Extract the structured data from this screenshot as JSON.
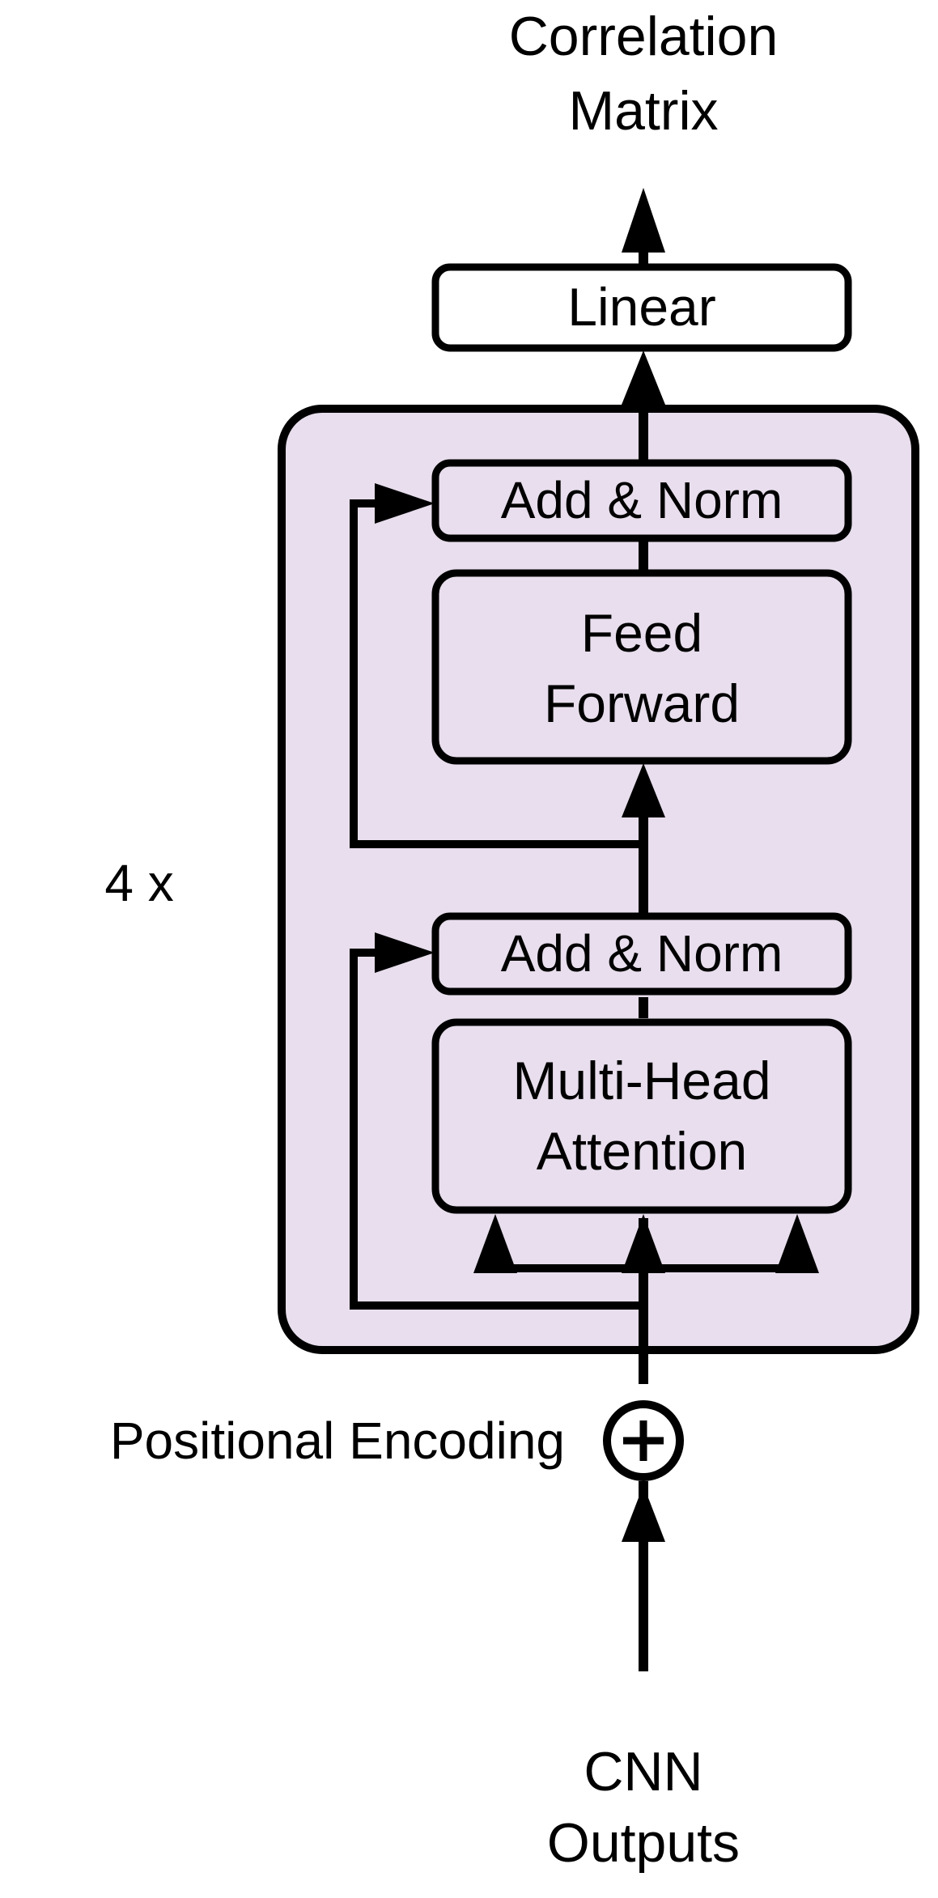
{
  "title": {
    "line1": "Correlation",
    "line2": "Matrix"
  },
  "linear": {
    "label": "Linear"
  },
  "encoder_block": {
    "repeat_label": "4 x",
    "add_norm_top": "Add & Norm",
    "feed_forward": {
      "line1": "Feed",
      "line2": "Forward"
    },
    "add_norm_bottom": "Add & Norm",
    "attention": {
      "line1": "Multi-Head",
      "line2": "Attention"
    }
  },
  "positional_encoding": {
    "label": "Positional Encoding"
  },
  "input": {
    "line1": "CNN",
    "line2": "Outputs"
  },
  "colors": {
    "block_fill": "#e8deed",
    "box_fill": "#ffffff",
    "stroke": "#000000"
  }
}
